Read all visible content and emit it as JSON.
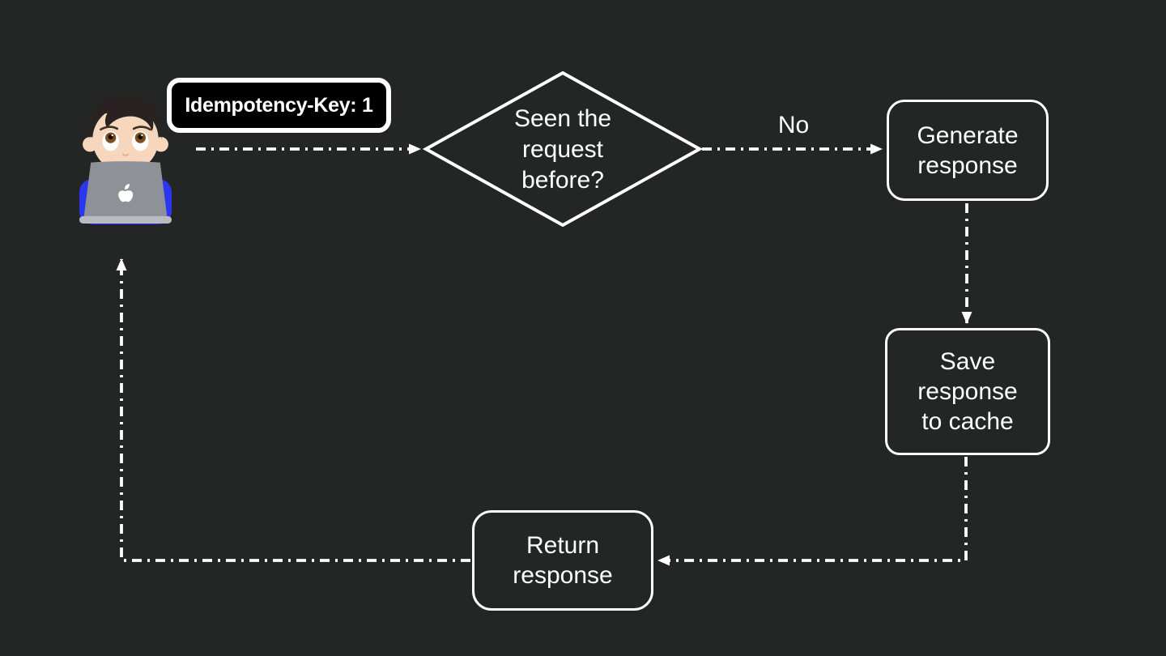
{
  "colors": {
    "background": "#242625",
    "line": "#ffffff",
    "text": "#ffffff",
    "badge_bg": "#000000",
    "badge_border": "#ffffff"
  },
  "badge": {
    "label": "Idempotency-Key: 1"
  },
  "nodes": {
    "decision": {
      "label": "Seen the request before?",
      "lines": [
        "Seen the",
        "request",
        "before?"
      ]
    },
    "generate": {
      "label": "Generate response",
      "lines": [
        "Generate",
        "response"
      ]
    },
    "save": {
      "label": "Save response to cache",
      "lines": [
        "Save",
        "response",
        "to cache"
      ]
    },
    "return": {
      "label": "Return response",
      "lines": [
        "Return",
        "response"
      ]
    }
  },
  "edges": {
    "no_label": "No"
  },
  "icons": {
    "person": "person-technologist-emoji"
  }
}
